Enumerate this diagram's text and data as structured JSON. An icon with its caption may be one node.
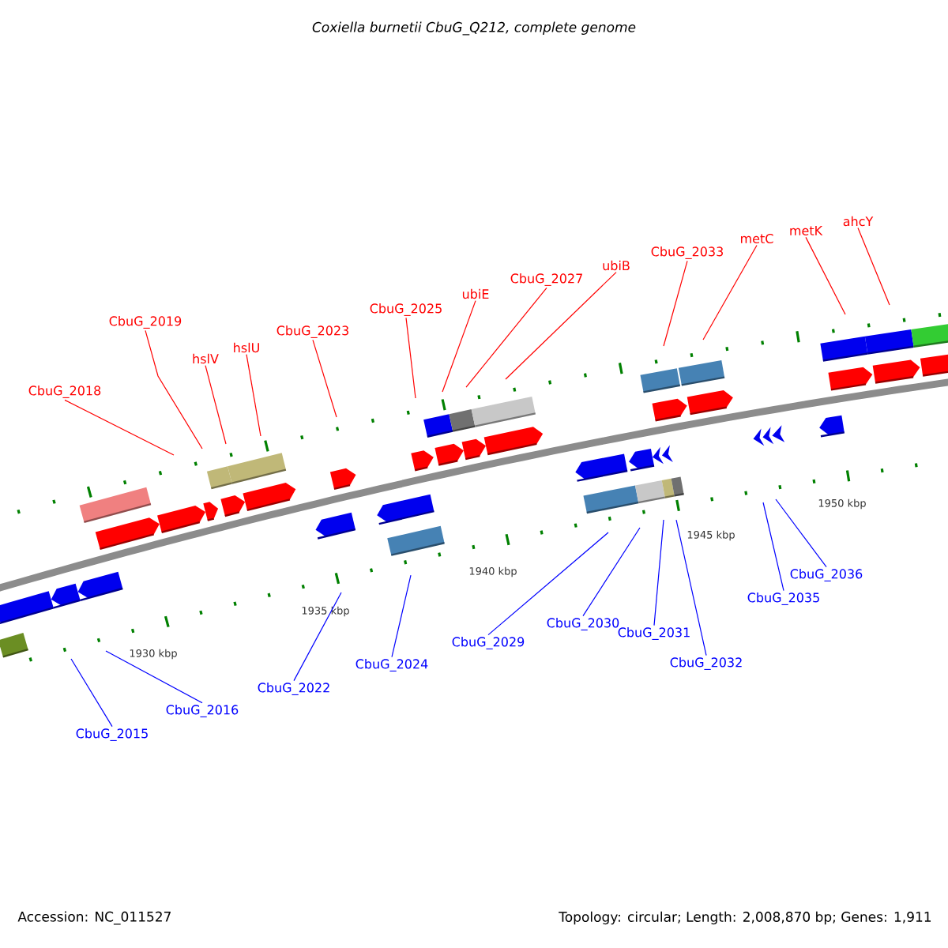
{
  "diagram": {
    "title": "Coxiella burnetii CbuG_Q212, complete genome",
    "nodes": [
      {
        "text": [
          "CbuG_2018"
        ]
      },
      {
        "text": [
          "CbuG_2019"
        ]
      },
      {
        "text": [
          "hslV"
        ]
      },
      {
        "text": [
          "hslU"
        ]
      },
      {
        "text": [
          "CbuG_2023"
        ]
      },
      {
        "text": [
          "CbuG_2025"
        ]
      },
      {
        "text": [
          "ubiE"
        ]
      },
      {
        "text": [
          "CbuG_2027"
        ]
      },
      {
        "text": [
          "ubiB"
        ]
      },
      {
        "text": [
          "CbuG_2033"
        ]
      },
      {
        "text": [
          "metC"
        ]
      },
      {
        "text": [
          "metK"
        ]
      },
      {
        "text": [
          "ahcY"
        ]
      },
      {
        "text": [
          "CbuG_2015"
        ]
      },
      {
        "text": [
          "CbuG_2016"
        ]
      },
      {
        "text": [
          "CbuG_2022"
        ]
      },
      {
        "text": [
          "CbuG_2024"
        ]
      },
      {
        "text": [
          "CbuG_2029"
        ]
      },
      {
        "text": [
          "CbuG_2030"
        ]
      },
      {
        "text": [
          "CbuG_2031"
        ]
      },
      {
        "text": [
          "CbuG_2032"
        ]
      },
      {
        "text": [
          "CbuG_2035"
        ]
      },
      {
        "text": [
          "CbuG_2036"
        ]
      }
    ],
    "edges": [
      {
        "from": 0,
        "to": null,
        "arrow": "none",
        "color": "#ff0000"
      },
      {
        "from": 1,
        "to": null,
        "arrow": "none",
        "color": "#ff0000"
      },
      {
        "from": 2,
        "to": null,
        "arrow": "none",
        "color": "#ff0000"
      },
      {
        "from": 3,
        "to": null,
        "arrow": "none",
        "color": "#ff0000"
      },
      {
        "from": 4,
        "to": null,
        "arrow": "none",
        "color": "#ff0000"
      },
      {
        "from": 5,
        "to": null,
        "arrow": "none",
        "color": "#ff0000"
      },
      {
        "from": 6,
        "to": null,
        "arrow": "none",
        "color": "#ff0000"
      },
      {
        "from": 7,
        "to": null,
        "arrow": "none",
        "color": "#ff0000"
      },
      {
        "from": 8,
        "to": null,
        "arrow": "none",
        "color": "#ff0000"
      },
      {
        "from": 9,
        "to": null,
        "arrow": "none",
        "color": "#ff0000"
      },
      {
        "from": 10,
        "to": null,
        "arrow": "none",
        "color": "#ff0000"
      },
      {
        "from": 11,
        "to": null,
        "arrow": "none",
        "color": "#ff0000"
      },
      {
        "from": 12,
        "to": null,
        "arrow": "none",
        "color": "#ff0000"
      },
      {
        "from": 13,
        "to": null,
        "arrow": "none",
        "color": "#0000ff"
      },
      {
        "from": 14,
        "to": null,
        "arrow": "none",
        "color": "#0000ff"
      },
      {
        "from": 15,
        "to": null,
        "arrow": "none",
        "color": "#0000ff"
      },
      {
        "from": 16,
        "to": null,
        "arrow": "none",
        "color": "#0000ff"
      },
      {
        "from": 17,
        "to": null,
        "arrow": "none",
        "color": "#0000ff"
      },
      {
        "from": 18,
        "to": null,
        "arrow": "none",
        "color": "#0000ff"
      },
      {
        "from": 19,
        "to": null,
        "arrow": "none",
        "color": "#0000ff"
      },
      {
        "from": 20,
        "to": null,
        "arrow": "none",
        "color": "#0000ff"
      },
      {
        "from": 21,
        "to": null,
        "arrow": "none",
        "color": "#0000ff"
      },
      {
        "from": 22,
        "to": null,
        "arrow": "none",
        "color": "#0000ff"
      }
    ],
    "labels": [
      "1930 kbp",
      "1935 kbp",
      "1940 kbp",
      "1945 kbp",
      "1950 kbp",
      "Accession: NC_011527",
      "Topology: circular; Length: 2,008,870 bp; Genes: 1,911"
    ]
  }
}
